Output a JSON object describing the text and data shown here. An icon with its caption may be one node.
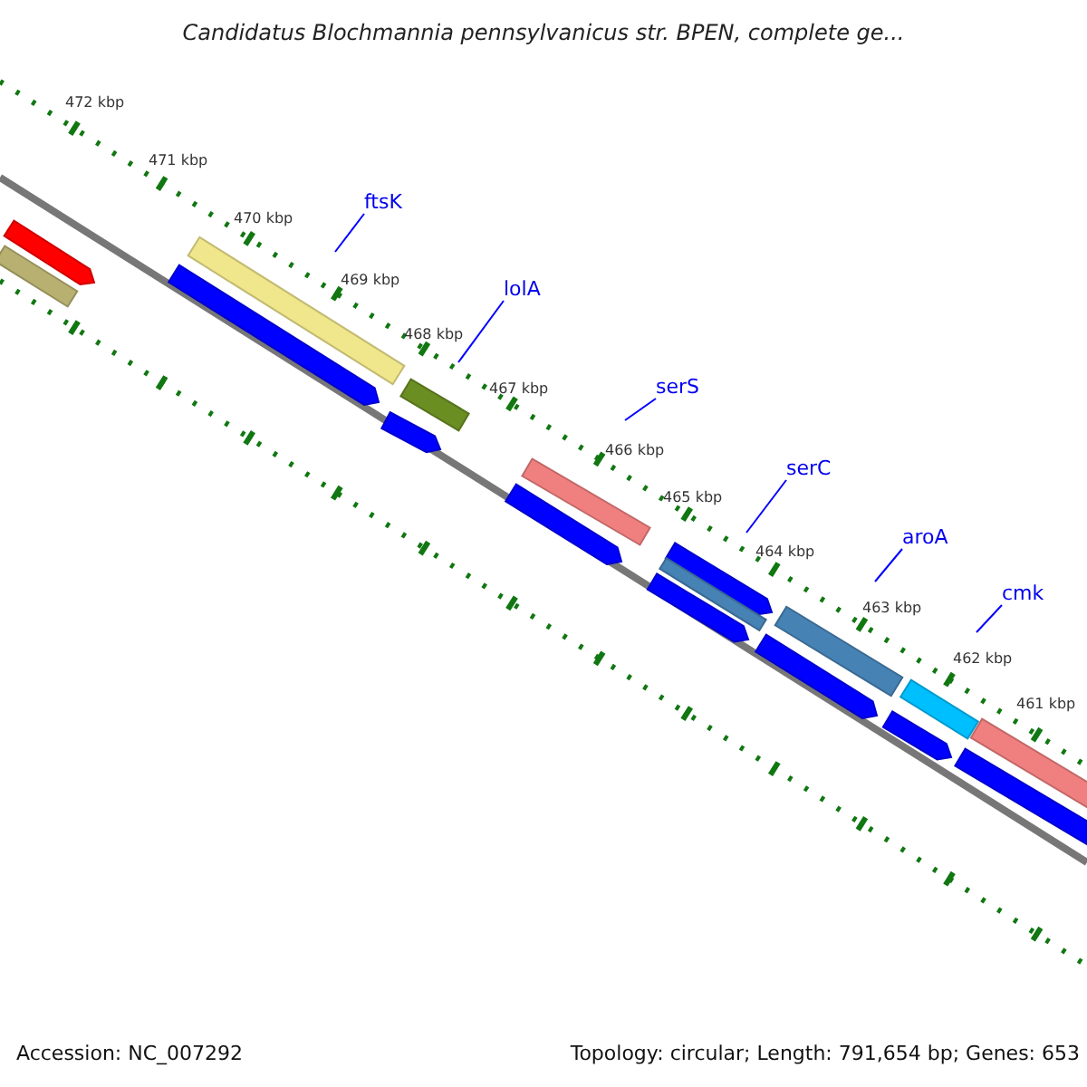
{
  "diagram": {
    "title": "Candidatus Blochmannia pennsylvanicus str. BPEN, complete ge...",
    "nodes": [
      {
        "text": [
          "ftsK"
        ]
      },
      {
        "text": [
          "lolA"
        ]
      },
      {
        "text": [
          "serS"
        ]
      },
      {
        "text": [
          "serC"
        ]
      },
      {
        "text": [
          "aroA"
        ]
      },
      {
        "text": [
          "cmk"
        ]
      }
    ],
    "edges": [
      {
        "from": 0,
        "to": null,
        "arrow": "none"
      },
      {
        "from": 1,
        "to": null,
        "arrow": "none"
      },
      {
        "from": 2,
        "to": null,
        "arrow": "none"
      },
      {
        "from": 3,
        "to": null,
        "arrow": "none"
      },
      {
        "from": 4,
        "to": null,
        "arrow": "none"
      },
      {
        "from": 5,
        "to": null,
        "arrow": "none"
      }
    ],
    "labels": [
      "472 kbp",
      "471 kbp",
      "470 kbp",
      "469 kbp",
      "468 kbp",
      "467 kbp",
      "466 kbp",
      "465 kbp",
      "464 kbp",
      "463 kbp",
      "462 kbp",
      "461 kbp",
      "Accession: NC_007292",
      "Topology: circular; Length: 791,654 bp; Genes: 653"
    ]
  }
}
